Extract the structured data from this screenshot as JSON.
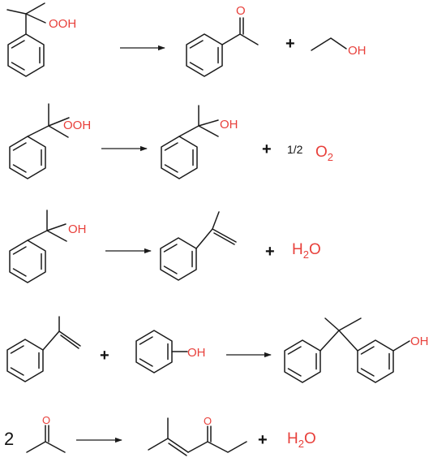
{
  "atoms": {
    "OOH": "OOH",
    "OH": "OH",
    "O": "O"
  },
  "operators": {
    "plus": "+"
  },
  "coefficients": {
    "half": "1/2",
    "two": "2"
  },
  "formulas": {
    "oxygen": {
      "main": "O",
      "sub": "2"
    },
    "water": {
      "main": "H",
      "sub": "2",
      "tail": "O"
    }
  }
}
